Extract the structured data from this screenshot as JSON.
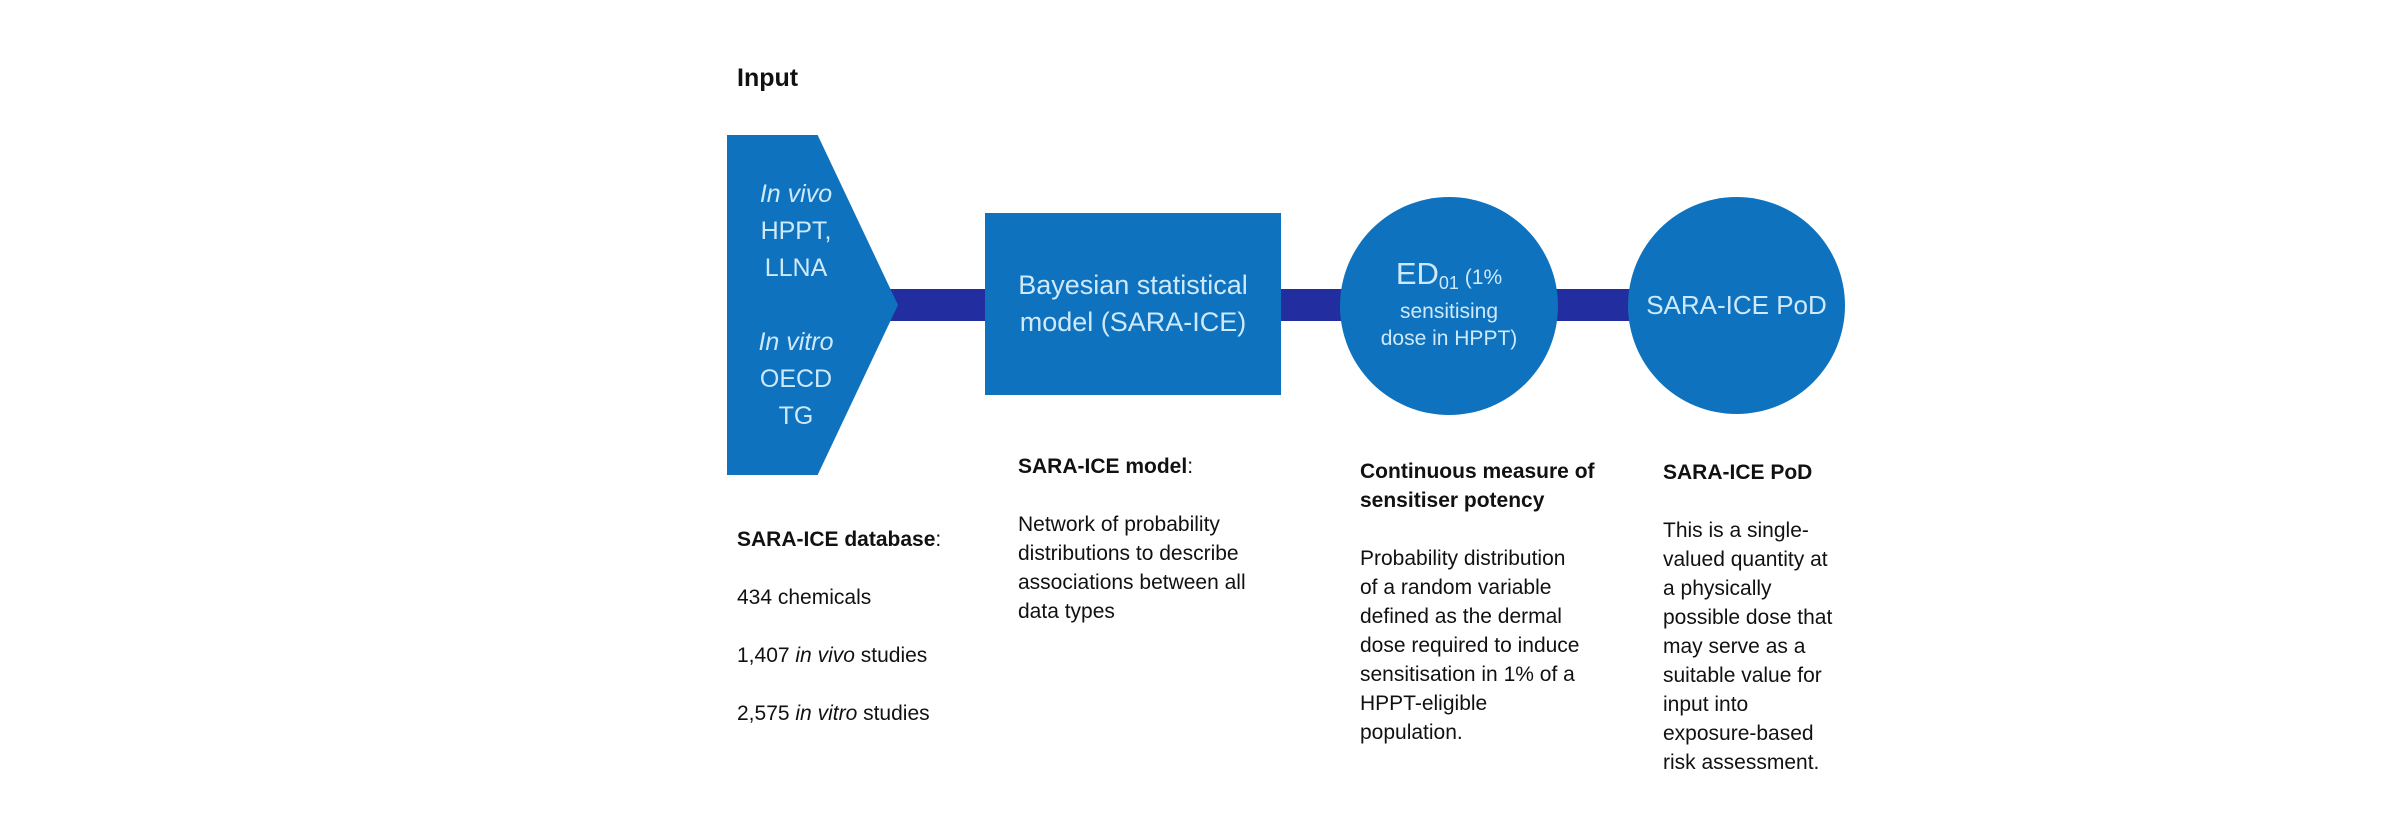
{
  "labels": {
    "input": "Input"
  },
  "colors": {
    "shape_fill": "#0E72BE",
    "connector": "#222EA0",
    "shape_text": "#CDE9FA",
    "caption_text": "#111111",
    "background": "#FFFFFF"
  },
  "flow": {
    "pentagon": {
      "line1": "In vivo",
      "line2": "HPPT,",
      "line3": "LLNA",
      "line4": "In vitro",
      "line5": "OECD",
      "line6": "TG"
    },
    "model_box": {
      "line1": "Bayesian statistical",
      "line2": "model (SARA-ICE)"
    },
    "ed_circle": {
      "ed": "ED",
      "sub": "01",
      "after": " (1%",
      "line2": "sensitising",
      "line3": "dose in HPPT)"
    },
    "pod_circle": {
      "label": "SARA-ICE PoD"
    }
  },
  "captions": {
    "database": {
      "heading": "SARA-ICE database",
      "colon": ":",
      "line1": "434 chemicals",
      "line2_pre": "1,407 ",
      "line2_italic": "in vivo",
      "line2_post": " studies",
      "line3_pre": "2,575 ",
      "line3_italic": "in vitro",
      "line3_post": " studies"
    },
    "model": {
      "heading": "SARA-ICE model",
      "colon": ":",
      "body": [
        "Network of probability",
        "distributions to describe",
        "associations between all",
        "data types"
      ]
    },
    "ed": {
      "heading": [
        "Continuous measure of",
        "sensitiser potency"
      ],
      "body": [
        "Probability distribution",
        "of a random variable",
        "defined as the dermal",
        "dose required to induce",
        "sensitisation in 1% of a",
        "HPPT-eligible",
        "population."
      ]
    },
    "pod": {
      "heading": "SARA-ICE PoD",
      "body": [
        "This is a single-",
        "valued quantity at",
        "a physically",
        "possible dose that",
        "may serve as a",
        "suitable value for",
        "input into",
        "exposure-based",
        "risk assessment."
      ]
    }
  }
}
